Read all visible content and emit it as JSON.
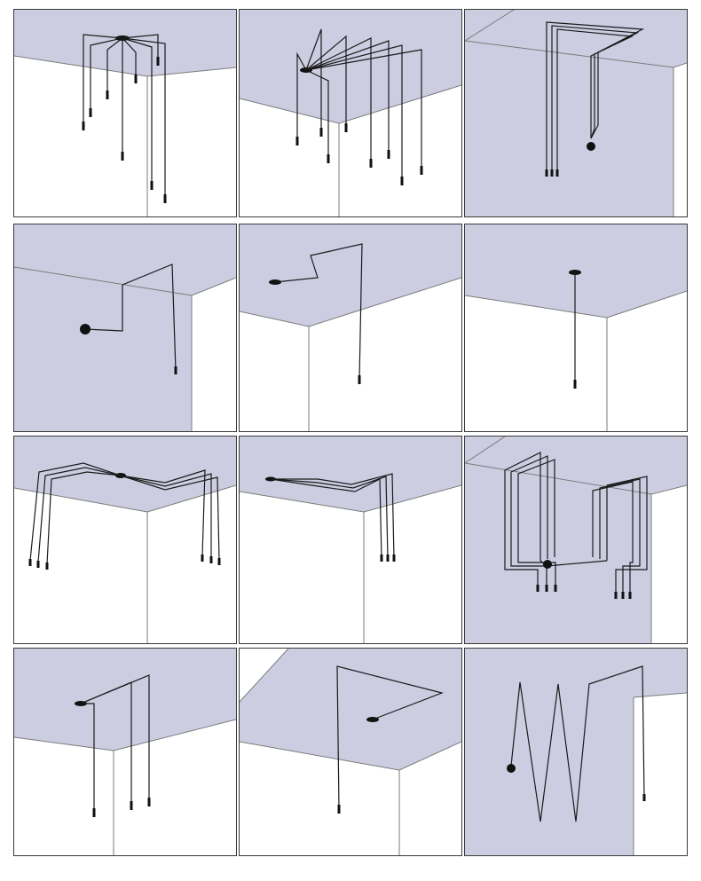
{
  "figure": {
    "kind": "pendant-lamp-wiring-configurations",
    "panel_count": 12,
    "colors": {
      "ceiling": "#cdcde2",
      "wall": "#cdcde2",
      "background": "#ffffff",
      "wire": "#1a1a1a",
      "edge": "#7b7b7b"
    },
    "panels": [
      {
        "id": "spider-radial-8",
        "arms": 8
      },
      {
        "id": "fan-radial-8",
        "arms": 8
      },
      {
        "id": "wall-bundle-3",
        "arms": 3
      },
      {
        "id": "wall-single-zigzag",
        "arms": 1
      },
      {
        "id": "ceiling-single-zigzag",
        "arms": 1
      },
      {
        "id": "ceiling-single-straight",
        "arms": 1
      },
      {
        "id": "ceiling-split-6",
        "arms": 6
      },
      {
        "id": "ceiling-side-3",
        "arms": 3
      },
      {
        "id": "wall-split-6",
        "arms": 6
      },
      {
        "id": "ceiling-triple-corner",
        "arms": 3
      },
      {
        "id": "ceiling-single-corner",
        "arms": 1
      },
      {
        "id": "wall-w-zigzag",
        "arms": 1
      }
    ]
  }
}
